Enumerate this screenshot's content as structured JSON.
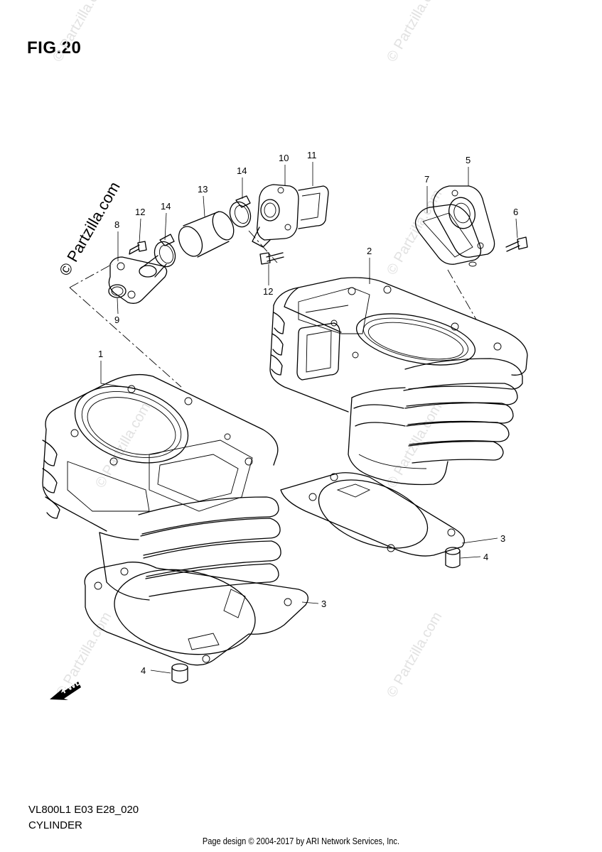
{
  "figure": {
    "title": "FIG.20"
  },
  "footer": {
    "model_code": "VL800L1 E03 E28_020",
    "section": "CYLINDER",
    "copyright": "Page design © 2004-2017 by ARI Network Services, Inc."
  },
  "watermark": {
    "text": "© Partzilla.com"
  },
  "fwd_label": "FWD",
  "callouts": [
    {
      "id": "c1",
      "label": "1"
    },
    {
      "id": "c2",
      "label": "2"
    },
    {
      "id": "c3a",
      "label": "3"
    },
    {
      "id": "c3b",
      "label": "3"
    },
    {
      "id": "c4a",
      "label": "4"
    },
    {
      "id": "c4b",
      "label": "4"
    },
    {
      "id": "c5",
      "label": "5"
    },
    {
      "id": "c6",
      "label": "6"
    },
    {
      "id": "c7",
      "label": "7"
    },
    {
      "id": "c8",
      "label": "8"
    },
    {
      "id": "c9",
      "label": "9"
    },
    {
      "id": "c10",
      "label": "10"
    },
    {
      "id": "c11",
      "label": "11"
    },
    {
      "id": "c12a",
      "label": "12"
    },
    {
      "id": "c12b",
      "label": "12"
    },
    {
      "id": "c13",
      "label": "13"
    },
    {
      "id": "c14a",
      "label": "14"
    },
    {
      "id": "c14b",
      "label": "14"
    }
  ]
}
